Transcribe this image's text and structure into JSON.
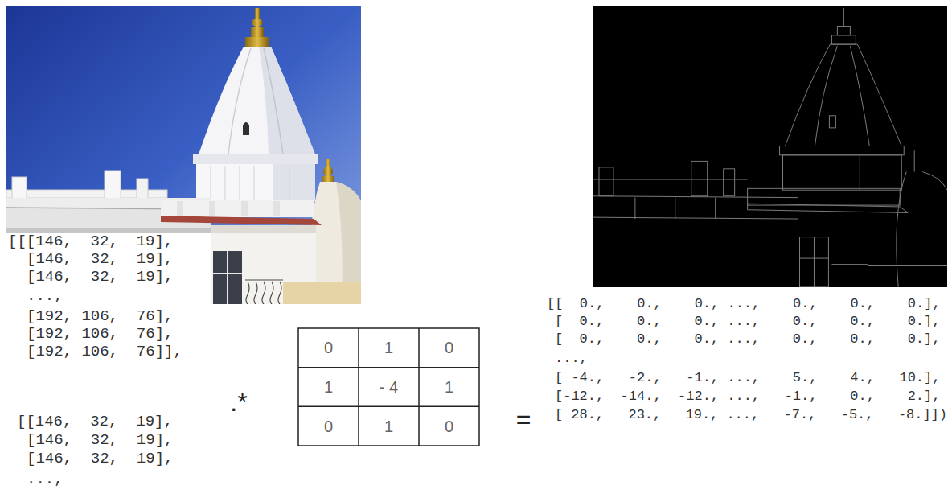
{
  "diagram": {
    "labels": [
      "[[[146,  32,  19],",
      "[146,  32,  19],",
      "[146,  32,  19],",
      "...,",
      "[192, 106,  76],",
      "[192, 106,  76],",
      "[192, 106,  76]],",
      "[[146,  32,  19],",
      "[146,  32,  19],",
      "[146,  32,  19],",
      "...,",
      ".*",
      "0",
      "1",
      "0",
      "1",
      "- 4",
      "1",
      "0",
      "1",
      "0",
      "=",
      "[[  0.,    0.,    0., ...,    0.,    0.,    0.],",
      "[  0.,    0.,    0., ...,    0.,    0.,    0.],",
      "[  0.,    0.,    0., ...,    0.,    0.,    0.],",
      "...,",
      "[ -4.,   -2.,   -1., ...,    5.,    4.,   10.],",
      "[-12.,  -14.,  -12., ...,   -1.,    0.,    2.],",
      "[ 28.,   23.,   19., ...,   -7.,   -5.,   -8.]])"
    ]
  }
}
